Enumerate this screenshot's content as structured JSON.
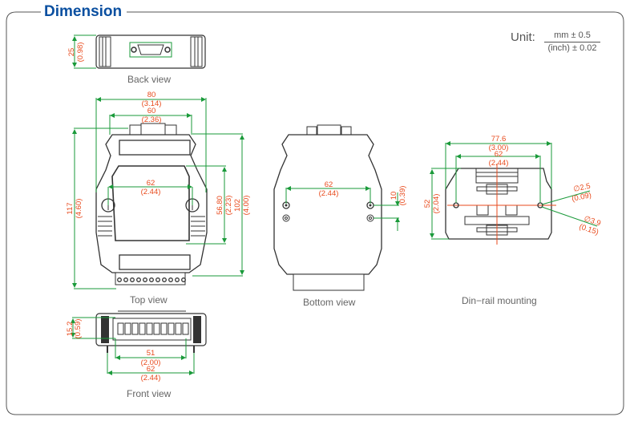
{
  "title": "Dimension",
  "unit": {
    "label": "Unit:",
    "numerator": "mm ± 0.5",
    "denominator": "(inch) ± 0.02"
  },
  "colors": {
    "title": "#0a4fa0",
    "dimension_text": "#e84a1c",
    "dimension_line": "#1a9a3a",
    "outline": "#333333",
    "frame": "#555555",
    "caption": "#666666"
  },
  "views": {
    "back": {
      "caption": "Back view",
      "height_mm": "25",
      "height_in": "(0.98)"
    },
    "top": {
      "caption": "Top view",
      "width_outer_mm": "80",
      "width_outer_in": "(3.14)",
      "width_inner_mm": "60",
      "width_inner_in": "(2.36)",
      "hole_spacing_mm": "62",
      "hole_spacing_in": "(2.44)",
      "height_total_mm": "117",
      "height_total_in": "(4.60)",
      "window_height_mm": "56.80",
      "window_height_in": "(2.23)",
      "body_height_mm": "102",
      "body_height_in": "(4.00)"
    },
    "bottom": {
      "caption": "Bottom view",
      "hole_spacing_mm": "62",
      "hole_spacing_in": "(2.44)",
      "hole_offset_mm": "10",
      "hole_offset_in": "(0.39)"
    },
    "dinrail": {
      "caption": "Din−rail mounting",
      "width_mm": "77.6",
      "width_in": "(3.00)",
      "hole_spacing_mm": "62",
      "hole_spacing_in": "(2.44)",
      "height_mm": "52",
      "height_in": "(2.04)",
      "hole_small_mm": "∅2.5",
      "hole_small_in": "(0.09)",
      "hole_large_mm": "∅3.9",
      "hole_large_in": "(0.15)"
    },
    "front": {
      "caption": "Front view",
      "height_mm": "15.2",
      "height_in": "(0.59)",
      "terminal_width_mm": "51",
      "terminal_width_in": "(2.00)",
      "pin_spacing_mm": "62",
      "pin_spacing_in": "(2.44)"
    }
  }
}
